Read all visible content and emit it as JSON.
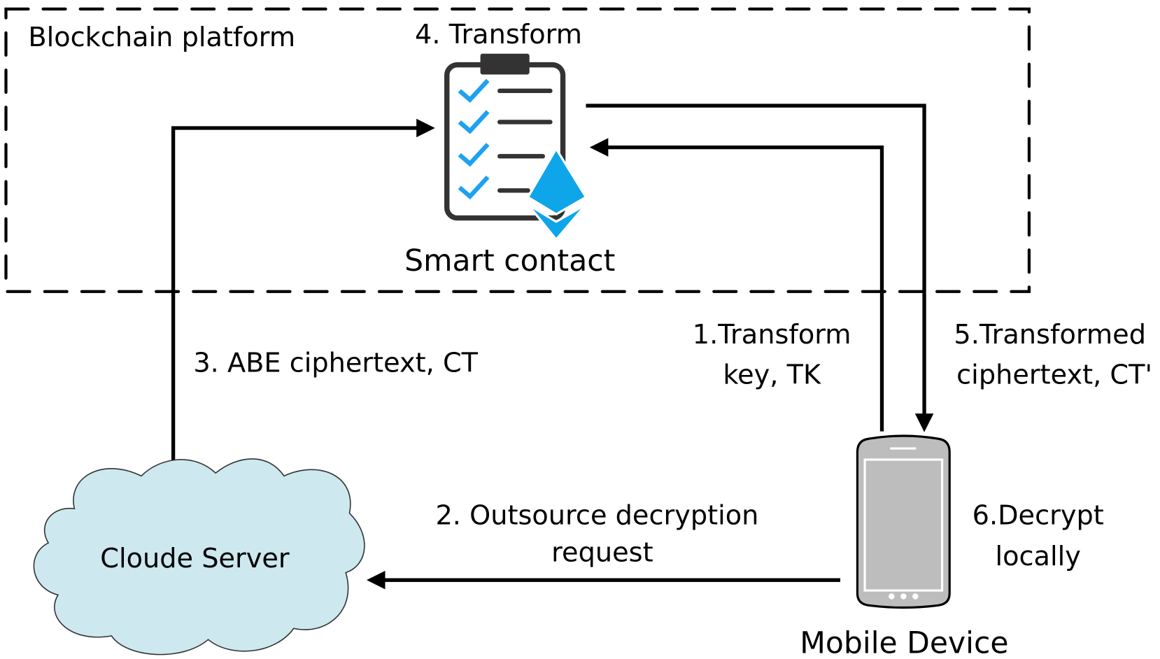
{
  "region": {
    "label": "Blockchain platform"
  },
  "smart_contract": {
    "step_label": "4. Transform",
    "name": "Smart contact",
    "accent": "#1da1f2",
    "eth_color": "#0ea5e9"
  },
  "cloud": {
    "name": "Cloude Server",
    "fill": "#cde8ef"
  },
  "mobile": {
    "name": "Mobile Device",
    "body_color": "#bdbdbd"
  },
  "steps": {
    "s1": [
      "1.Transform",
      "key, TK"
    ],
    "s2": [
      "2. Outsource decryption",
      "request"
    ],
    "s3": "3. ABE ciphertext, CT",
    "s5": [
      "5.Transformed",
      "ciphertext, CT'"
    ],
    "s6": [
      "6.Decrypt",
      "locally"
    ]
  }
}
